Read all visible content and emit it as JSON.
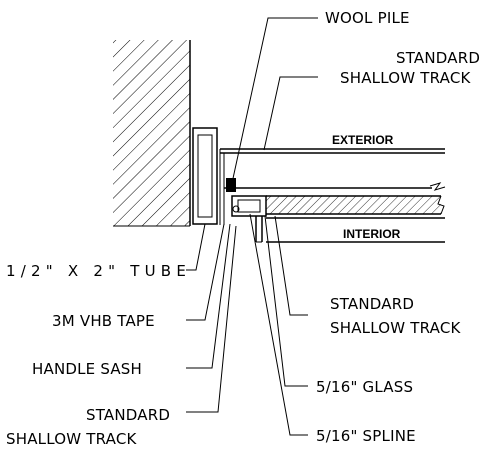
{
  "callouts": {
    "wool_pile": "WOOL PILE",
    "standard_shallow_track_top_1": "STANDARD",
    "standard_shallow_track_top_2": "SHALLOW TRACK",
    "tube": "1/2\" X 2\" TUBE",
    "vhb_tape": "3M VHB TAPE",
    "handle_sash": "HANDLE SASH",
    "standard_shallow_track_bottom_left_1": "STANDARD",
    "standard_shallow_track_bottom_left_2": "SHALLOW TRACK",
    "standard_shallow_track_right_1": "STANDARD",
    "standard_shallow_track_right_2": "SHALLOW TRACK",
    "glass": "5/16\" GLASS",
    "spline": "5/16\" SPLINE"
  },
  "zones": {
    "exterior": "EXTERIOR",
    "interior": "INTERIOR"
  },
  "colors": {
    "line": "#000000",
    "background": "#ffffff"
  }
}
